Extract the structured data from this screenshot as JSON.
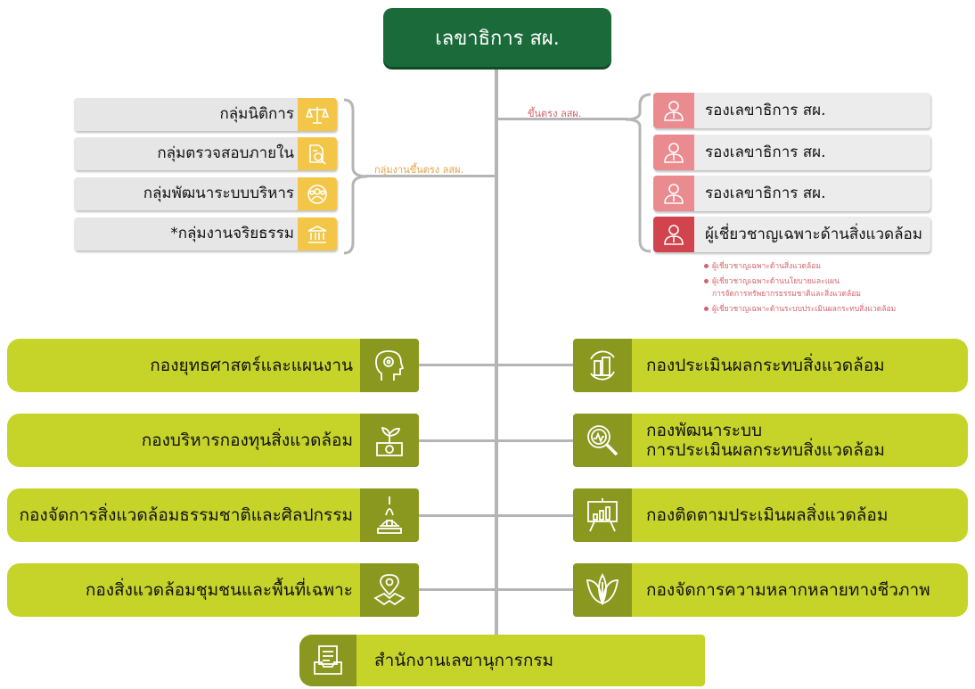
{
  "top": {
    "title": "เลขาธิการ สผ."
  },
  "annotations": {
    "staff_groups": "กลุ่มงานขึ้นตรง ลสผ.",
    "direct": "ขึ้นตรง ลสผ."
  },
  "staff_groups": [
    {
      "label": "กลุ่มนิติการ",
      "icon": "scales-icon"
    },
    {
      "label": "กลุ่มตรวจสอบภายใน",
      "icon": "audit-document-icon"
    },
    {
      "label": "กลุ่มพัฒนาระบบบริหาร",
      "icon": "people-group-icon"
    },
    {
      "label": "*กลุ่มงานจริยธรรม",
      "icon": "institution-icon"
    }
  ],
  "deputies": [
    {
      "label": "รองเลขาธิการ สผ.",
      "icon": "person-icon"
    },
    {
      "label": "รองเลขาธิการ สผ.",
      "icon": "person-icon"
    },
    {
      "label": "รองเลขาธิการ สผ.",
      "icon": "person-icon"
    },
    {
      "label": "ผู้เชี่ยวชาญเฉพาะด้านสิ่งแวดล้อม",
      "icon": "person-icon"
    }
  ],
  "expert_list": [
    "ผู้เชี่ยวชาญเฉพาะด้านสิ่งแวดล้อม",
    "ผู้เชี่ยวชาญเฉพาะด้านนโยบายและแผน",
    "การจัดการทรัพยากรธรรมชาติและสิ่งแวดล้อม",
    "ผู้เชี่ยวชาญเฉพาะด้านระบบประเมินผลกระทบสิ่งแวดล้อม"
  ],
  "left_divisions": [
    {
      "label": "กองยุทธศาสตร์และแผนงาน",
      "icon": "head-gear-icon"
    },
    {
      "label": "กองบริหารกองทุนสิ่งแวดล้อม",
      "icon": "money-plant-icon"
    },
    {
      "label": "กองจัดการสิ่งแวดล้อมธรรมชาติและศิลปกรรม",
      "icon": "stupa-icon"
    },
    {
      "label": "กองสิ่งแวดล้อมชุมชนและพื้นที่เฉพาะ",
      "icon": "map-pin-icon"
    }
  ],
  "right_divisions": [
    {
      "line1": "กองประเมินผลกระทบสิ่งแวดล้อม",
      "line2": "",
      "icon": "city-cycle-icon"
    },
    {
      "line1": "กองพัฒนาระบบ",
      "line2": "การประเมินผลกระทบสิ่งแวดล้อม",
      "icon": "magnifier-chart-icon"
    },
    {
      "line1": "กองติดตามประเมินผลสิ่งแวดล้อม",
      "line2": "",
      "icon": "presentation-chart-icon"
    },
    {
      "line1": "กองจัดการความหลากหลายทางชีวภาพ",
      "line2": "",
      "icon": "leaves-icon"
    }
  ],
  "bottom": {
    "label": "สำนักงานเลขานุการกรม",
    "icon": "document-tray-icon"
  },
  "colors": {
    "dark_green": "#1b6b3a",
    "lime": "#c6d42a",
    "olive": "#8a9820",
    "yellow": "#f3c648",
    "pink": "#e98b8f",
    "red": "#d2444d",
    "connector": "#b5b5b5"
  }
}
